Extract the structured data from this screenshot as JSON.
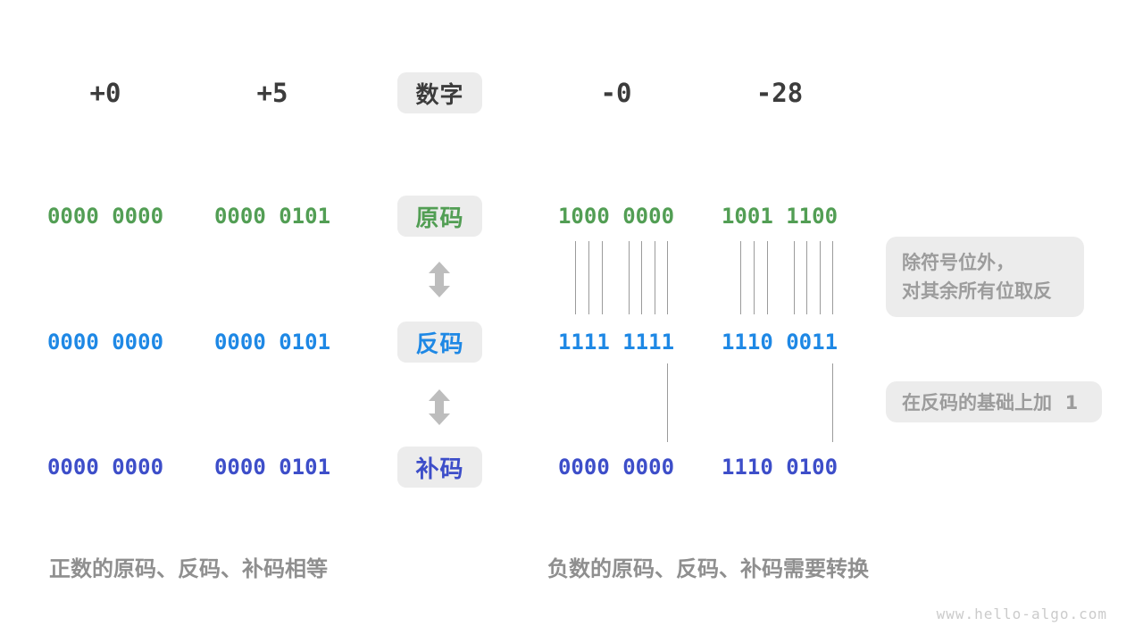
{
  "colors": {
    "dark": "#3C3C3C",
    "green": "#529E54",
    "blue": "#1E88E5",
    "indigo": "#3D4EC9",
    "chip-bg": "#ECECEC",
    "arrow": "#BDBDBD",
    "line": "#9B9B9B",
    "annotation": "#9C9C9C",
    "caption": "#8F8F8F",
    "watermark": "#CBCBCB"
  },
  "header": {
    "label": "数字",
    "values": [
      "+0",
      "+5",
      "-0",
      "-28"
    ]
  },
  "rows": [
    {
      "label": "原码",
      "values": [
        "0000 0000",
        "0000 0101",
        "1000 0000",
        "1001 1100"
      ]
    },
    {
      "label": "反码",
      "values": [
        "0000 0000",
        "0000 0101",
        "1111 1111",
        "1110 0011"
      ]
    },
    {
      "label": "补码",
      "values": [
        "0000 0000",
        "0000 0101",
        "0000 0000",
        "1110 0100"
      ]
    }
  ],
  "annotations": {
    "invert_line1": "除符号位外，",
    "invert_line2": "对其余所有位取反",
    "add_one": "在反码的基础上加  1"
  },
  "captions": {
    "positive": "正数的原码、反码、补码相等",
    "negative": "负数的原码、反码、补码需要转换"
  },
  "watermark": "www.hello-algo.com"
}
